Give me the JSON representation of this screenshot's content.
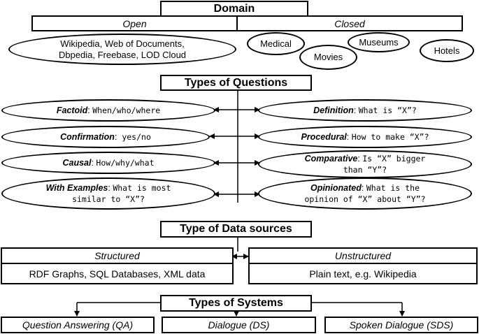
{
  "domain": {
    "title": "Domain",
    "open": "Open",
    "closed": "Closed",
    "open_examples": [
      "Wikipedia,  Web of Documents,",
      "Dbpedia, Freebase, LOD Cloud"
    ],
    "closed_examples": [
      "Medical",
      "Movies",
      "Museums",
      "Hotels"
    ]
  },
  "questions": {
    "title": "Types of Questions",
    "factoid": {
      "label": "Factoid",
      "text": "When/who/where"
    },
    "confirmation": {
      "label": "Confirmation",
      "text": "yes/no"
    },
    "causal": {
      "label": "Causal",
      "text": "How/why/what"
    },
    "with_examples": {
      "label": "With Examples",
      "text1": "What is most",
      "text2": "similar to “X”?"
    },
    "definition": {
      "label": "Definition",
      "text": "What is “X”?"
    },
    "procedural": {
      "label": "Procedural",
      "text": "How to make “X”?"
    },
    "comparative": {
      "label": "Comparative",
      "text1": "Is “X” bigger",
      "text2": "than “Y”?"
    },
    "opinionated": {
      "label": "Opinionated",
      "text1": "What is the",
      "text2": "opinion of “X” about “Y”?"
    }
  },
  "data_sources": {
    "title": "Type of Data sources",
    "structured": "Structured",
    "structured_examples": "RDF Graphs, SQL Databases, XML data",
    "unstructured": "Unstructured",
    "unstructured_examples": "Plain text, e.g. Wikipedia"
  },
  "systems": {
    "title": "Types of Systems",
    "qa": "Question Answering (QA)",
    "ds": "Dialogue (DS)",
    "sds": "Spoken Dialogue (SDS)"
  }
}
